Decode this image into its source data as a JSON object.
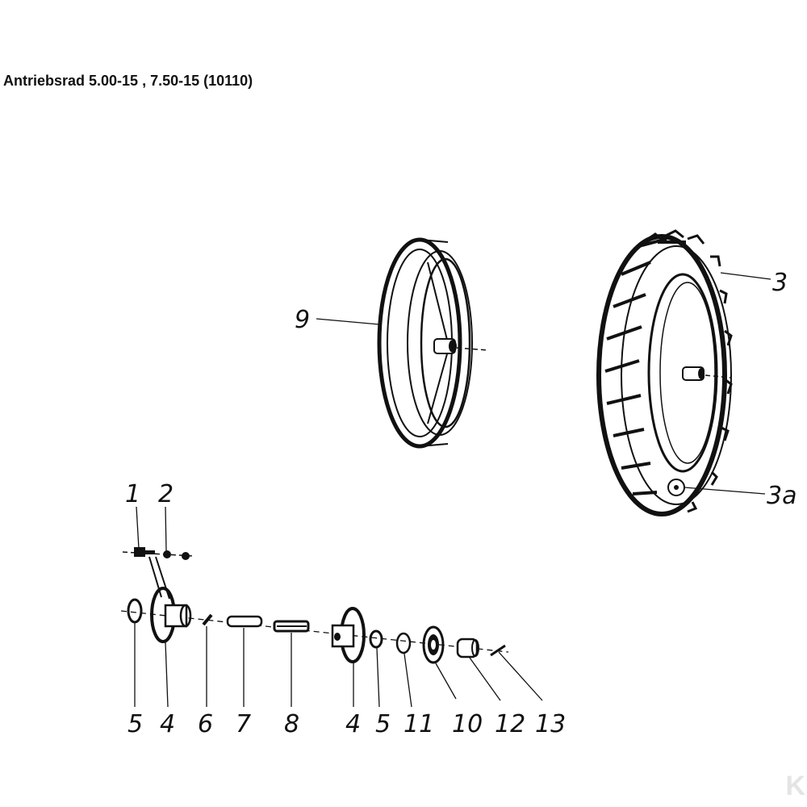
{
  "title": "Antriebsrad 5.00-15 , 7.50-15 (10110)",
  "labels": {
    "rim": "9",
    "tyre": "3",
    "tube_valve": "3a",
    "bolt": "1",
    "nut": "2",
    "bottom_row": [
      "5",
      "4",
      "6",
      "7",
      "8",
      "4",
      "5",
      "11",
      "10",
      "12",
      "13"
    ]
  },
  "watermark": "K"
}
